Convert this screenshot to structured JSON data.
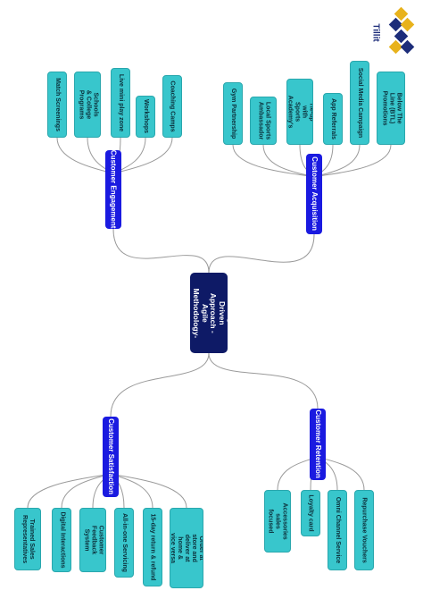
{
  "brand": {
    "name": "Tillit"
  },
  "root": {
    "label": "Change Driven Approach - Agile Methodology- Scrum"
  },
  "branches": {
    "engagement": {
      "label": "Customer Engagement",
      "items": [
        "Match Screenings",
        "Schools & College Programs",
        "Live mini play zone",
        "Workshops",
        "Coaching Camps"
      ]
    },
    "acquisition": {
      "label": "Customer Acquisition",
      "items": [
        "Gym Partnership",
        "Local Sports Ambassador",
        "Tie-up with Sports Academy's",
        "App Referrals",
        "Social Media Campaign",
        "Below The Line (BTL) Promotions"
      ]
    },
    "satisfaction": {
      "label": "Customer Satisfaction",
      "items": [
        "Trained Sales Representatives",
        "Digital Interactions",
        "Customer Feedback System",
        "All-in-one Servicing",
        "15-day return & refund",
        "Order at store and deliver at home & vice versa"
      ]
    },
    "retention": {
      "label": "Customer Retention",
      "items": [
        "Accessories sales focused",
        "Loyalty card",
        "Omni Channel Service",
        "Repurchase Vouchers"
      ]
    }
  },
  "colors": {
    "root": "#0e1a66",
    "branch": "#1a1ae0",
    "leaf": "#38c6cc",
    "connector": "#9a9a9a",
    "logo_gold": "#e8b21c",
    "logo_blue": "#1d2d7a"
  },
  "icons": {
    "logo": "tillit-diamond-logo-icon"
  }
}
